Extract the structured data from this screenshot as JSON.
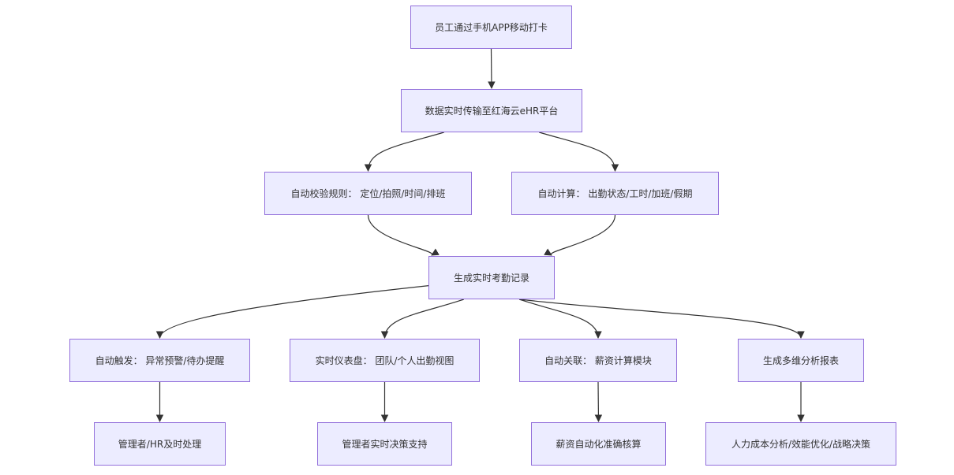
{
  "diagram": {
    "colors": {
      "node_fill": "#ECECFF",
      "node_border": "#9370DB",
      "edge": "#333333",
      "text": "#333333"
    },
    "nodes": {
      "n1": "员工通过手机APP移动打卡",
      "n2": "数据实时传输至红海云eHR平台",
      "n3": "自动校验规则： 定位/拍照/时间/排班",
      "n4": "自动计算： 出勤状态/工时/加班/假期",
      "n5": "生成实时考勤记录",
      "n6": "自动触发： 异常预警/待办提醒",
      "n7": "实时仪表盘： 团队/个人出勤视图",
      "n8": "自动关联： 薪资计算模块",
      "n9": "生成多维分析报表",
      "n10": "管理者/HR及时处理",
      "n11": "管理者实时决策支持",
      "n12": "薪资自动化准确核算",
      "n13": "人力成本分析/效能优化/战略决策"
    },
    "edges": [
      [
        "n1",
        "n2"
      ],
      [
        "n2",
        "n3"
      ],
      [
        "n2",
        "n4"
      ],
      [
        "n3",
        "n5"
      ],
      [
        "n4",
        "n5"
      ],
      [
        "n5",
        "n6"
      ],
      [
        "n5",
        "n7"
      ],
      [
        "n5",
        "n8"
      ],
      [
        "n5",
        "n9"
      ],
      [
        "n6",
        "n10"
      ],
      [
        "n7",
        "n11"
      ],
      [
        "n8",
        "n12"
      ],
      [
        "n9",
        "n13"
      ]
    ]
  }
}
